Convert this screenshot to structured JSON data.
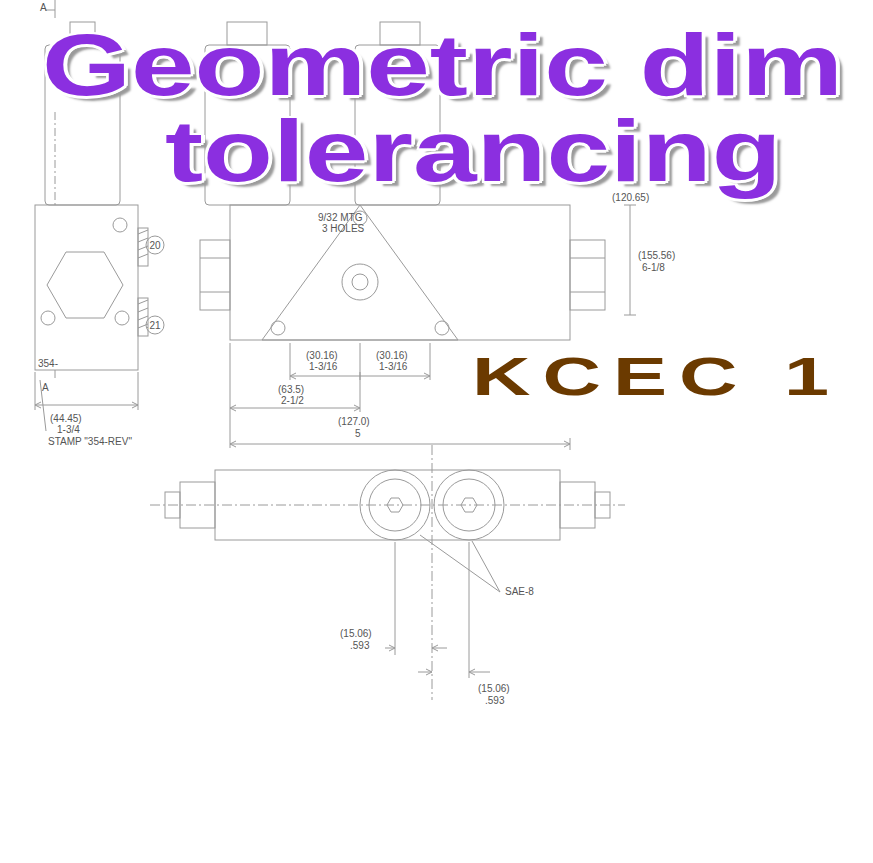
{
  "diagram": {
    "labels": [
      "A",
      "9/32 MTG",
      "3 HOLES",
      "(120.65)",
      "Geometric dim",
      "tolerancing",
      "(155.56)",
      "6-1/8",
      "20",
      "21",
      "354-",
      "A",
      "(30.16)",
      "1-3/16",
      "(30.16)",
      "1-3/16",
      "(63.5)",
      "2-1/2",
      "KCEC 1",
      "(44.45)",
      "1-3/4",
      "(127.0)",
      "5",
      "STAMP \"354-REV\"",
      "SAE-8",
      "(15.06)",
      ".593",
      "(15.06)",
      ".593"
    ]
  }
}
